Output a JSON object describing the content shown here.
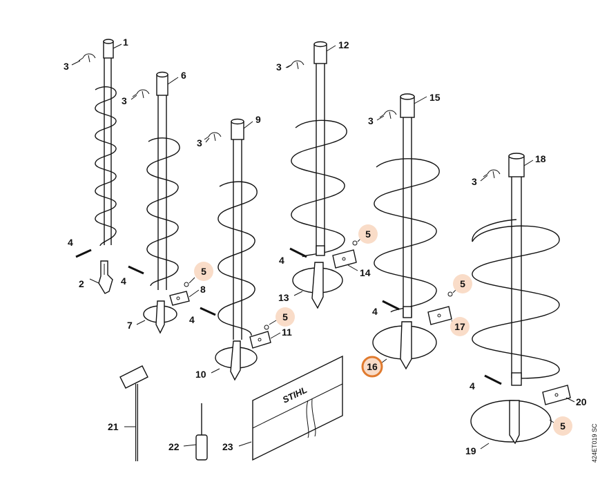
{
  "colors": {
    "line": "#111111",
    "highlight_fill": "#f9dcc8",
    "selected_ring": "#e07a2e",
    "logo_text": "STIHL"
  },
  "callouts": [
    {
      "id": "c1",
      "text": "1"
    },
    {
      "id": "c2",
      "text": "2"
    },
    {
      "id": "c3a",
      "text": "3"
    },
    {
      "id": "c3b",
      "text": "3"
    },
    {
      "id": "c3c",
      "text": "3"
    },
    {
      "id": "c3d",
      "text": "3"
    },
    {
      "id": "c3e",
      "text": "3"
    },
    {
      "id": "c3f",
      "text": "3"
    },
    {
      "id": "c4a",
      "text": "4"
    },
    {
      "id": "c4b",
      "text": "4"
    },
    {
      "id": "c4c",
      "text": "4"
    },
    {
      "id": "c4d",
      "text": "4"
    },
    {
      "id": "c4e",
      "text": "4"
    },
    {
      "id": "c4f",
      "text": "4"
    },
    {
      "id": "c6",
      "text": "6"
    },
    {
      "id": "c7",
      "text": "7"
    },
    {
      "id": "c8",
      "text": "8"
    },
    {
      "id": "c9",
      "text": "9"
    },
    {
      "id": "c10",
      "text": "10"
    },
    {
      "id": "c11",
      "text": "11"
    },
    {
      "id": "c12",
      "text": "12"
    },
    {
      "id": "c13",
      "text": "13"
    },
    {
      "id": "c14",
      "text": "14"
    },
    {
      "id": "c15",
      "text": "15"
    },
    {
      "id": "c18",
      "text": "18"
    },
    {
      "id": "c19",
      "text": "19"
    },
    {
      "id": "c20",
      "text": "20"
    },
    {
      "id": "c21",
      "text": "21"
    },
    {
      "id": "c22",
      "text": "22"
    },
    {
      "id": "c23",
      "text": "23"
    }
  ],
  "highlighted_callouts": [
    {
      "id": "h5a",
      "text": "5"
    },
    {
      "id": "h5b",
      "text": "5"
    },
    {
      "id": "h5c",
      "text": "5"
    },
    {
      "id": "h5d",
      "text": "5"
    },
    {
      "id": "h5e",
      "text": "5"
    },
    {
      "id": "h17",
      "text": "17"
    }
  ],
  "selected_callout": {
    "text": "16"
  },
  "reference_code": "424ET019 SC"
}
